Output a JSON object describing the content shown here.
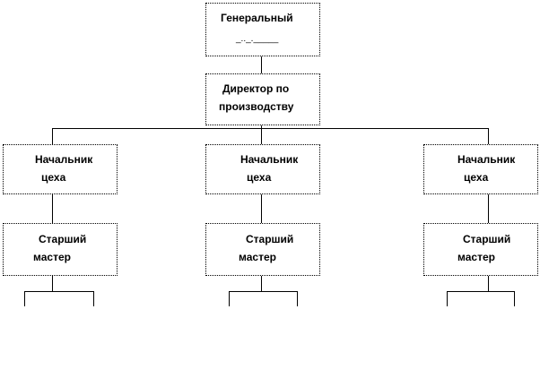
{
  "nodes": {
    "general": {
      "line1": "Генеральный",
      "line2": "_.._._____"
    },
    "director": {
      "line1": "Директор по",
      "line2": "производству"
    },
    "shop_heads": [
      {
        "line1": "Начальник",
        "line2": "цеха"
      },
      {
        "line1": "Начальник",
        "line2": "цеха"
      },
      {
        "line1": "Начальник",
        "line2": "цеха"
      }
    ],
    "senior_masters": [
      {
        "line1": "Старший",
        "line2": "мастер"
      },
      {
        "line1": "Старший",
        "line2": "мастер"
      },
      {
        "line1": "Старший",
        "line2": "мастер"
      }
    ]
  }
}
